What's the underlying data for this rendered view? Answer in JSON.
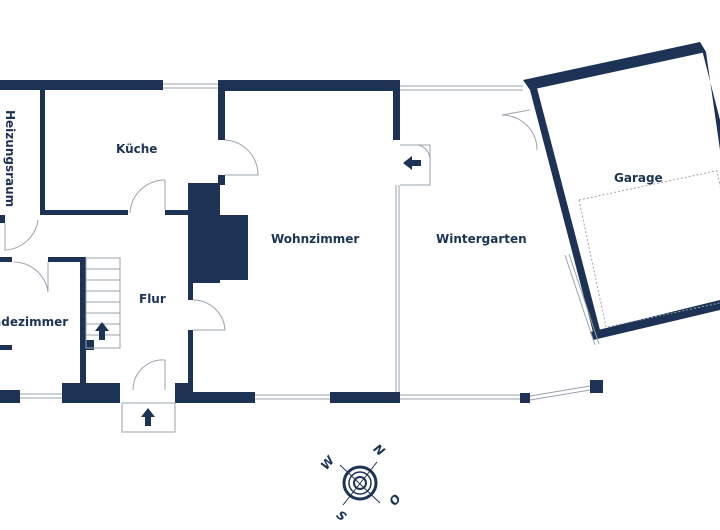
{
  "colors": {
    "wall": "#1c3355",
    "background": "#ffffff",
    "line": "#9aa3ad"
  },
  "rooms": {
    "heizungsraum": "Heizungsraum",
    "kueche": "Küche",
    "wohnzimmer": "Wohnzimmer",
    "wintergarten": "Wintergarten",
    "garage": "Garage",
    "flur": "Flur",
    "badezimmer": "Badezimmer"
  },
  "compass": {
    "n": "N",
    "w": "W",
    "o": "O",
    "s": "S"
  }
}
